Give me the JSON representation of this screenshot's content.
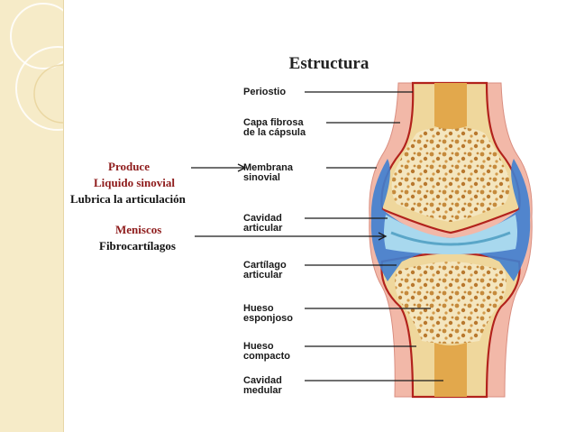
{
  "title": "Estructura",
  "notes": {
    "produce": "Produce",
    "liquido": "Liquido sinovial",
    "lubrica": "Lubrica la articulación",
    "meniscos": "Meniscos",
    "fibro": "Fibrocartílagos"
  },
  "labels": [
    {
      "line1": "Periostio",
      "line2": ""
    },
    {
      "line1": "Capa fibrosa",
      "line2": "de la cápsula"
    },
    {
      "line1": "Membrana",
      "line2": "sinovial"
    },
    {
      "line1": "Cavidad",
      "line2": "articular"
    },
    {
      "line1": "Cartílago",
      "line2": "articular"
    },
    {
      "line1": "Hueso",
      "line2": "esponjoso"
    },
    {
      "line1": "Hueso",
      "line2": "compacto"
    },
    {
      "line1": "Cavidad",
      "line2": "medular"
    }
  ],
  "colors": {
    "sidebar": "#f6ebc8",
    "capsule": "#f2b8a8",
    "compact_bone": "#efd79c",
    "marrow": "#e2a84c",
    "synovial": "#3f7fd0",
    "cartilage": "#a8d8ee",
    "periosteum": "#b2221c",
    "note_red": "#8e1b1b"
  }
}
